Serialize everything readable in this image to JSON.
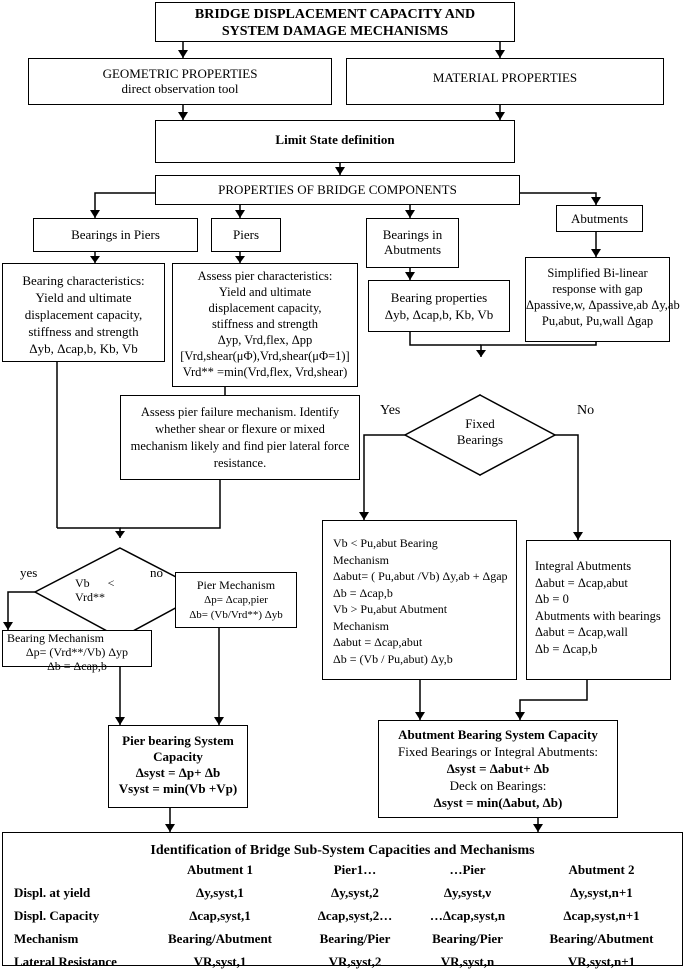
{
  "title": [
    "BRIDGE DISPLACEMENT CAPACITY AND",
    "SYSTEM DAMAGE MECHANISMS"
  ],
  "geometric": [
    "GEOMETRIC PROPERTIES",
    "direct observation tool"
  ],
  "material": "MATERIAL PROPERTIES",
  "limit_state": "Limit State definition",
  "components": "PROPERTIES OF BRIDGE COMPONENTS",
  "bearings_piers": "Bearings in Piers",
  "piers": "Piers",
  "bearings_abutments": [
    "Bearings in",
    "Abutments"
  ],
  "abutments": "Abutments",
  "bearing_char": [
    "Bearing characteristics:",
    "Yield and ultimate",
    "displacement capacity,",
    "stiffness and strength",
    "Δyb, Δcap,b, Kb, Vb"
  ],
  "pier_char": [
    "Assess pier characteristics:",
    "Yield and ultimate",
    "displacement capacity,",
    "stiffness and strength",
    "Δyp, Vrd,flex, Δpp",
    "[Vrd,shear(μΦ),Vrd,shear(μΦ=1)]",
    "Vrd** =min(Vrd,flex, Vrd,shear)"
  ],
  "bearing_props": [
    "Bearing properties",
    "Δyb, Δcap,b, Kb, Vb"
  ],
  "bilinear": [
    "Simplified Bi-linear",
    "response with gap",
    "Δpassive,w, Δpassive,ab Δy,ab",
    "Pu,abut, Pu,wall Δgap"
  ],
  "failure": [
    "Assess pier failure mechanism. Identify",
    "whether shear or flexure or mixed",
    "mechanism likely and find pier lateral force",
    "resistance."
  ],
  "yes": "Yes",
  "no": "No",
  "fixed": [
    "Fixed",
    "Bearings"
  ],
  "yes_lc": "yes",
  "no_lc": "no",
  "vb_cmp": [
    "Vb      <",
    "Vrd**"
  ],
  "pier_mech": [
    "Pier Mechanism",
    "Δp= Δcap,pier",
    "Δb= (Vb/Vrd**) Δyb"
  ],
  "bearing_mech": [
    "Bearing Mechanism",
    "Δp= (Vrd**/Vb) Δyp",
    "Δb = Δcap,b"
  ],
  "abut_case": [
    "Vb < Pu,abut Bearing",
    "Mechanism",
    "Δabut= ( Pu,abut /Vb) Δy,ab + Δgap",
    "Δb = Δcap,b",
    "Vb > Pu,abut Abutment",
    "Mechanism",
    "Δabut = Δcap,abut",
    "Δb = (Vb / Pu,abut) Δy,b"
  ],
  "integral": [
    "Integral Abutments",
    "Δabut = Δcap,abut",
    "Δb = 0",
    "Abutments with bearings",
    "Δabut = Δcap,wall",
    "Δb = Δcap,b"
  ],
  "pier_sys": [
    "Pier bearing System",
    "Capacity",
    "Δsyst = Δp+ Δb",
    "Vsyst = min(Vb +Vp)"
  ],
  "abut_sys": [
    "Abutment Bearing System Capacity",
    "Fixed Bearings or Integral Abutments:",
    "Δsyst = Δabut+ Δb",
    "Deck on Bearings:",
    "Δsyst = min(Δabut, Δb)"
  ],
  "final_title": "Identification of Bridge Sub-System Capacities and Mechanisms",
  "final_cols": [
    "",
    "Abutment 1",
    "Pier1…",
    "…Pier",
    "Abutment 2"
  ],
  "final_rows": [
    [
      "Displ. at yield",
      "Δy,syst,1",
      "Δy,syst,2",
      "Δy,syst,ν",
      "Δy,syst,n+1"
    ],
    [
      "Displ. Capacity",
      "Δcap,syst,1",
      "Δcap,syst,2…",
      "…Δcap,syst,n",
      "Δcap,syst,n+1"
    ],
    [
      "Mechanism",
      "Bearing/Abutment",
      "Bearing/Pier",
      "Bearing/Pier",
      "Bearing/Abutment"
    ],
    [
      "Lateral Resistance",
      "VR,syst,1",
      "VR,syst,2",
      "VR,syst,n",
      "VR,syst,n+1"
    ]
  ]
}
